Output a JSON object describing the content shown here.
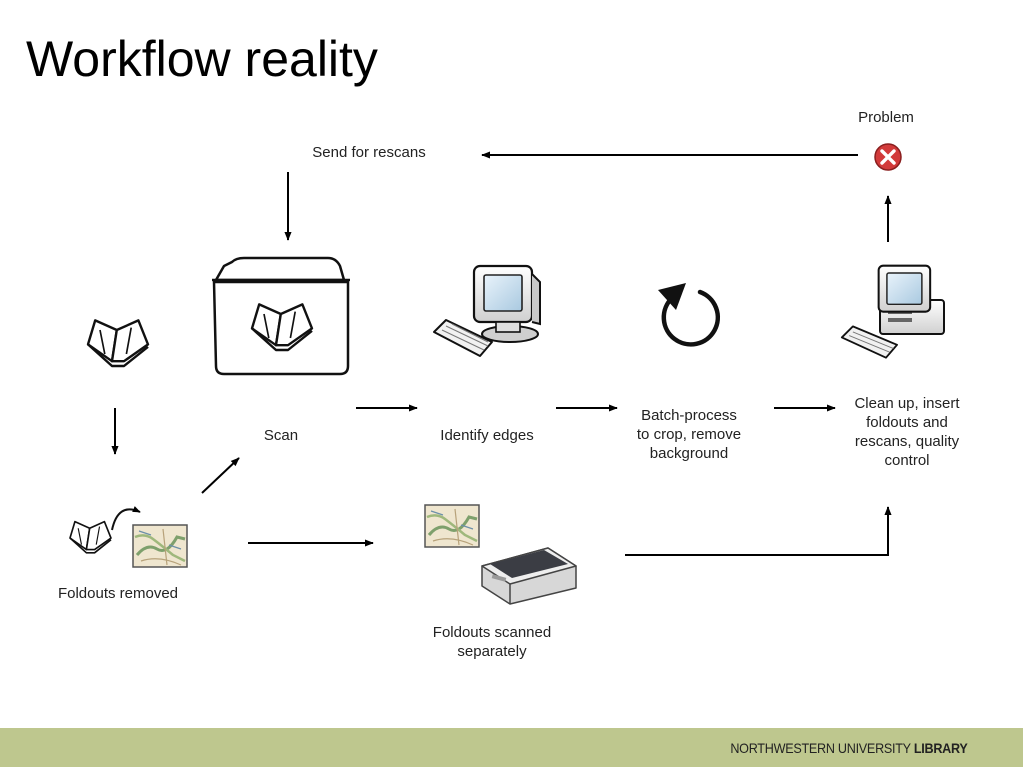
{
  "slide": {
    "title": "Workflow reality"
  },
  "diagram": {
    "nodes": {
      "problem": "Problem",
      "send_for_rescans": "Send for rescans",
      "scan": "Scan",
      "identify_edges": "Identify edges",
      "batch_process_line1": "Batch-process",
      "batch_process_line2": "to crop, remove",
      "batch_process_line3": "background",
      "cleanup_line1": "Clean up, insert",
      "cleanup_line2": "foldouts and",
      "cleanup_line3": "rescans, quality",
      "cleanup_line4": "control",
      "foldouts_removed": "Foldouts removed",
      "foldouts_scanned_line1": "Foldouts scanned",
      "foldouts_scanned_line2": "separately"
    },
    "icons": [
      "open-book-icon",
      "book-scanner-icon",
      "computer-icon",
      "refresh-cycle-icon",
      "computer-workstation-icon",
      "error-x-icon",
      "map-icon",
      "flatbed-scanner-icon"
    ],
    "colors": {
      "problem_icon": "#d23a3a",
      "footer_band": "#bec78e"
    }
  },
  "footer": {
    "org_prefix": "NORTHWESTERN UNIVERSITY",
    "org_suffix": "LIBRARY"
  }
}
